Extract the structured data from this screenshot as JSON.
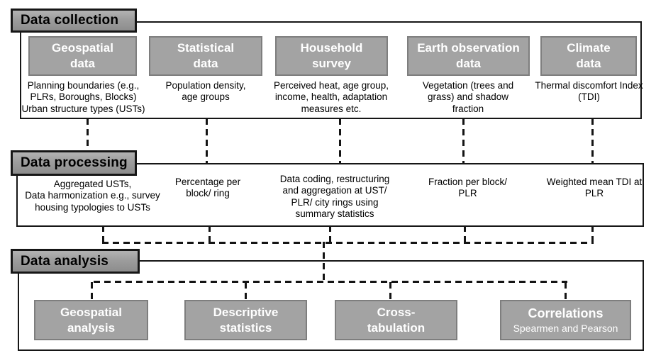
{
  "colors": {
    "item_box_fill": "#a3a3a3",
    "item_box_border": "#7e7e7e",
    "header_box_fill": "#9d9d9d",
    "line_color": "#141414",
    "text_on_box": "#ffffff",
    "text_default": "#000000"
  },
  "sections": {
    "collection": {
      "header": "Data collection",
      "items": [
        {
          "title": "Geospatial\ndata",
          "desc": "Planning boundaries (e.g.,\nPLRs, Boroughs, Blocks)\nUrban structure types (USTs)"
        },
        {
          "title": "Statistical\ndata",
          "desc": "Population density,\nage groups"
        },
        {
          "title": "Household\nsurvey",
          "desc": "Perceived heat, age group,\nincome, health, adaptation\nmeasures etc."
        },
        {
          "title": "Earth observation\ndata",
          "desc": "Vegetation (trees and\ngrass) and shadow\nfraction"
        },
        {
          "title": "Climate\ndata",
          "desc": "Thermal discomfort Index\n(TDI)"
        }
      ]
    },
    "processing": {
      "header": "Data processing",
      "items": [
        {
          "desc": "Aggregated USTs,\nData harmonization e.g., survey\nhousing typologies to USTs"
        },
        {
          "desc": "Percentage per\nblock/ ring"
        },
        {
          "desc": "Data coding, restructuring\nand aggregation at UST/\nPLR/ city rings using\nsummary statistics"
        },
        {
          "desc": "Fraction per block/\nPLR"
        },
        {
          "desc": "Weighted mean TDI at\nPLR"
        }
      ]
    },
    "analysis": {
      "header": "Data analysis",
      "items": [
        {
          "title": "Geospatial\nanalysis",
          "subtitle": ""
        },
        {
          "title": "Descriptive\nstatistics",
          "subtitle": ""
        },
        {
          "title": "Cross-\ntabulation",
          "subtitle": ""
        },
        {
          "title": "Correlations",
          "subtitle": "Spearmen and Pearson"
        }
      ]
    }
  }
}
